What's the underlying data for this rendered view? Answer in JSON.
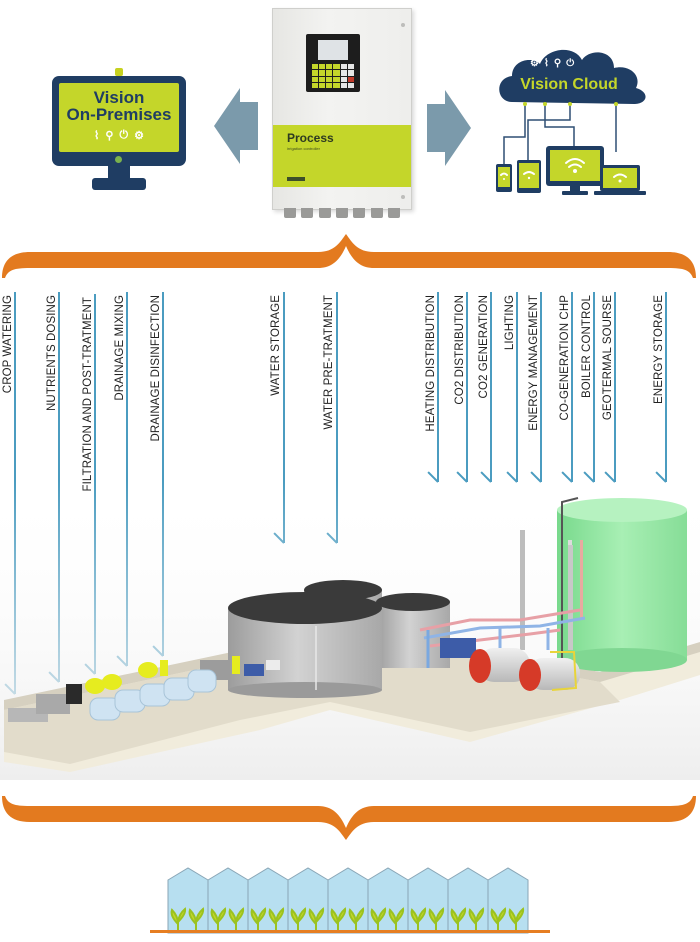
{
  "on_premises": {
    "title_line1": "Vision",
    "title_line2": "On-Premises",
    "icons": [
      "pulse-icon",
      "search-icon",
      "power-icon",
      "gear-icon"
    ]
  },
  "controller": {
    "title": "Process",
    "subtitle": "irrigation controller"
  },
  "cloud": {
    "title": "Vision Cloud",
    "icons": [
      "gear-icon",
      "pulse-icon",
      "search-icon",
      "power-icon"
    ],
    "devices": [
      "smartphone",
      "tablet",
      "desktop-monitor",
      "laptop"
    ]
  },
  "arrows": {
    "left": "arrow-to-on-premises",
    "right": "arrow-to-cloud"
  },
  "processes": [
    {
      "label": "CROP WATERING"
    },
    {
      "label": "NUTRIENTS DOSING"
    },
    {
      "label": "FILTRATION AND POST-TRATMENT"
    },
    {
      "label": "DRAINAGE MIXING"
    },
    {
      "label": "DRAINAGE DISINFECTION"
    },
    {
      "label": "WATER STORAGE"
    },
    {
      "label": "WATER PRE-TRATMENT"
    },
    {
      "label": "HEATING DISTRIBUTION"
    },
    {
      "label": "CO2 DISTRIBUTION"
    },
    {
      "label": "CO2 GENERATION"
    },
    {
      "label": "LIGHTING"
    },
    {
      "label": "ENERGY MANAGEMENT"
    },
    {
      "label": "CO-GENERATION CHP"
    },
    {
      "label": "BOILER CONTROL"
    },
    {
      "label": "GEOTERMAL SOURSE"
    },
    {
      "label": "ENERGY STORAGE"
    }
  ],
  "colors": {
    "brace": "#e37a1f",
    "navy": "#1f3d63",
    "lime": "#c4d62a",
    "line_blue": "#4b9cc0",
    "arrow_grey": "#7b9aab",
    "tank_green": "#8fe0a0"
  },
  "greenhouse": {
    "bays": 9
  }
}
